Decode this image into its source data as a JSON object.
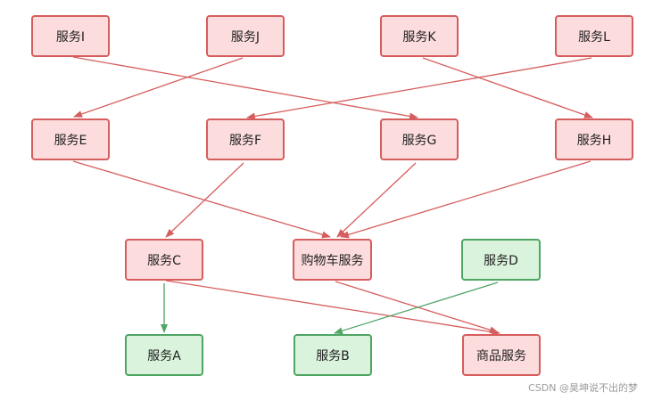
{
  "nodes": {
    "i": "服务I",
    "j": "服务J",
    "k": "服务K",
    "l": "服务L",
    "e": "服务E",
    "f": "服务F",
    "g": "服务G",
    "h": "服务H",
    "c": "服务C",
    "cart": "购物车服务",
    "d": "服务D",
    "a": "服务A",
    "b": "服务B",
    "product": "商品服务"
  },
  "colors": {
    "red_fill": "#fcdcdc",
    "red_border": "#d65d5d",
    "green_fill": "#d9f3dc",
    "green_border": "#4ea564"
  },
  "watermark": "CSDN @昊坤说不出的梦"
}
